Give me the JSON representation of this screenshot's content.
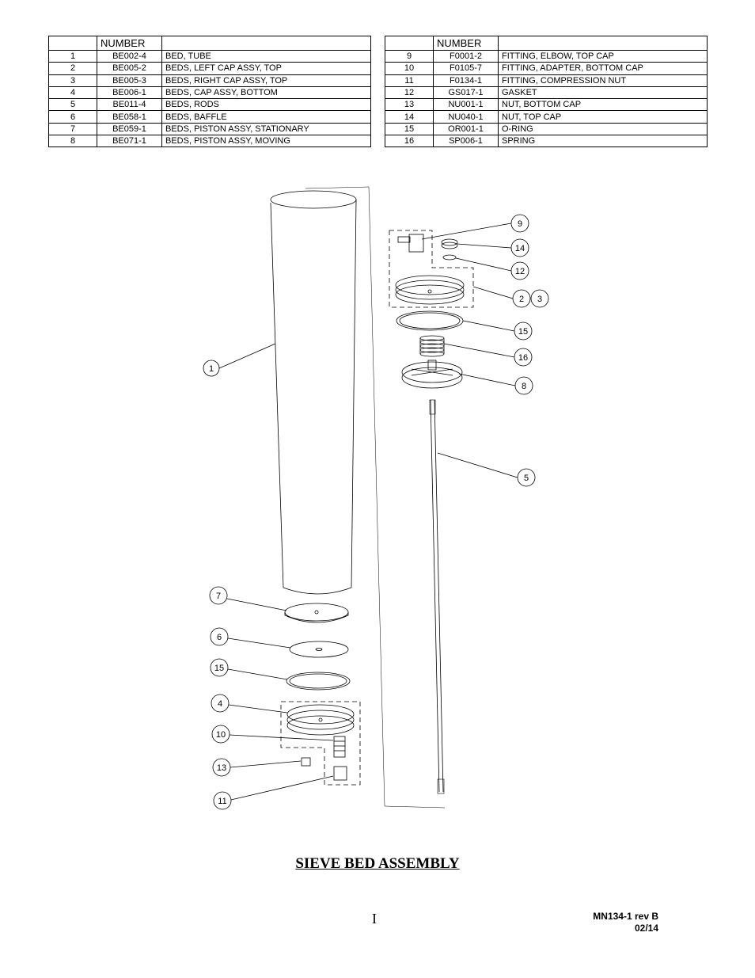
{
  "tables": {
    "header_number": "NUMBER",
    "left": [
      {
        "item": "1",
        "number": "BE002-4",
        "description": "BED, TUBE"
      },
      {
        "item": "2",
        "number": "BE005-2",
        "description": "BEDS, LEFT CAP ASSY, TOP"
      },
      {
        "item": "3",
        "number": "BE005-3",
        "description": "BEDS, RIGHT CAP ASSY, TOP"
      },
      {
        "item": "4",
        "number": "BE006-1",
        "description": "BEDS, CAP ASSY, BOTTOM"
      },
      {
        "item": "5",
        "number": "BE011-4",
        "description": "BEDS, RODS"
      },
      {
        "item": "6",
        "number": "BE058-1",
        "description": "BEDS, BAFFLE"
      },
      {
        "item": "7",
        "number": "BE059-1",
        "description": "BEDS, PISTON ASSY, STATIONARY"
      },
      {
        "item": "8",
        "number": "BE071-1",
        "description": "BEDS, PISTON ASSY, MOVING"
      }
    ],
    "right": [
      {
        "item": "9",
        "number": "F0001-2",
        "description": "FITTING, ELBOW, TOP CAP"
      },
      {
        "item": "10",
        "number": "F0105-7",
        "description": "FITTING, ADAPTER, BOTTOM CAP"
      },
      {
        "item": "11",
        "number": "F0134-1",
        "description": "FITTING, COMPRESSION NUT"
      },
      {
        "item": "12",
        "number": "GS017-1",
        "description": "GASKET"
      },
      {
        "item": "13",
        "number": "NU001-1",
        "description": "NUT, BOTTOM CAP"
      },
      {
        "item": "14",
        "number": "NU040-1",
        "description": "NUT, TOP CAP"
      },
      {
        "item": "15",
        "number": "OR001-1",
        "description": "O-RING"
      },
      {
        "item": "16",
        "number": "SP006-1",
        "description": "SPRING"
      }
    ]
  },
  "callouts": {
    "c1": "1",
    "c2": "2",
    "c3": "3",
    "c4": "4",
    "c5": "5",
    "c6": "6",
    "c7": "7",
    "c8": "8",
    "c9": "9",
    "c10": "10",
    "c11": "11",
    "c12": "12",
    "c13": "13",
    "c14": "14",
    "c15a": "15",
    "c15b": "15",
    "c16": "16"
  },
  "title": "SIEVE BED ASSEMBLY",
  "page_number": "I",
  "doc": {
    "id": "MN134-1 rev B",
    "date": "02/14"
  }
}
